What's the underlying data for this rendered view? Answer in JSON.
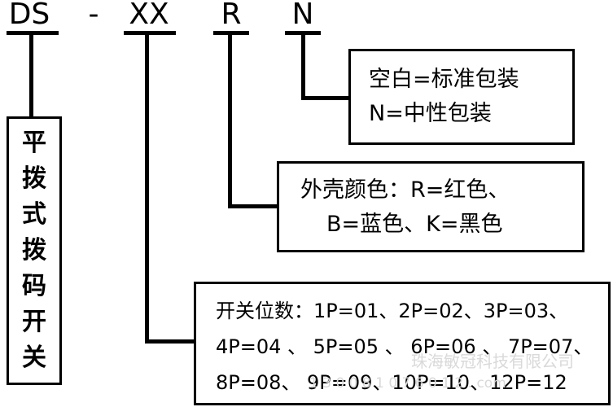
{
  "code": {
    "ds": "DS",
    "dash": "-",
    "xx": "XX",
    "r": "R",
    "n": "N"
  },
  "title_chars": [
    "平",
    "拨",
    "式",
    "拨",
    "码",
    "开",
    "关"
  ],
  "boxes": {
    "packaging": {
      "line1": "空白=标准包装",
      "line2": "N=中性包装"
    },
    "color": {
      "line1": "外壳颜色：R=红色、",
      "line2": "B=蓝色、K=黑色"
    },
    "positions": {
      "line1": "开关位数：1P=01、2P=02、3P=03、",
      "line2": "4P=04 、 5P=05 、 6P=06 、 7P=07、",
      "line3": "8P=08、 9P=09、10P=10、12P=12"
    }
  },
  "watermark": {
    "line1": "珠海敏冠科技有限公司",
    "line2": "1 3 0 0 8 1 0 7 6 0 1 2 . com"
  }
}
